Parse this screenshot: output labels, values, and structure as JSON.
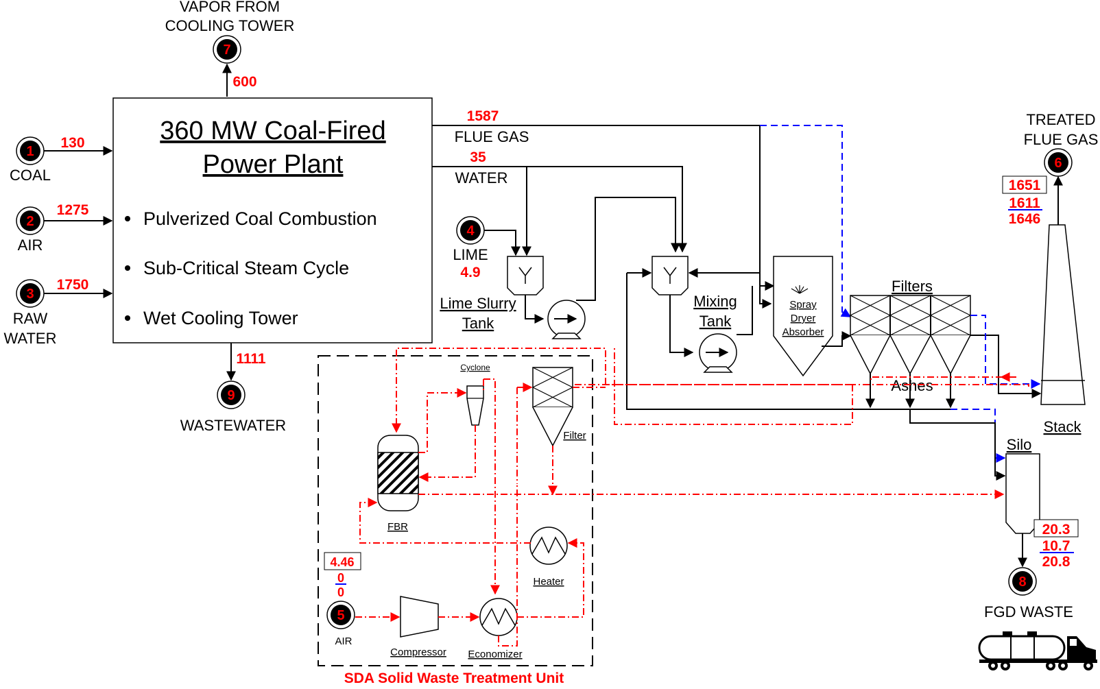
{
  "plant": {
    "title_line1": "360 MW Coal-Fired",
    "title_line2": "Power Plant",
    "bullets": [
      "Pulverized Coal Combustion",
      "Sub-Critical Steam Cycle",
      "Wet Cooling Tower"
    ]
  },
  "streams": [
    {
      "id": "1",
      "label": "COAL",
      "value": "130"
    },
    {
      "id": "2",
      "label": "AIR",
      "value": "1275"
    },
    {
      "id": "3",
      "label_line1": "RAW",
      "label_line2": "WATER",
      "value": "1750"
    },
    {
      "id": "4",
      "label": "LIME",
      "value": "4.9"
    },
    {
      "id": "5",
      "label": "AIR"
    },
    {
      "id": "6",
      "label_line1": "TREATED",
      "label_line2": "FLUE GAS"
    },
    {
      "id": "7",
      "label_line1": "VAPOR FROM",
      "label_line2": "COOLING TOWER",
      "value": "600"
    },
    {
      "id": "8",
      "label": "FGD WASTE"
    },
    {
      "id": "9",
      "label": "WASTEWATER",
      "value": "1111"
    }
  ],
  "flue_gas": {
    "value": "1587",
    "label": "FLUE GAS"
  },
  "water": {
    "value": "35",
    "label": "WATER"
  },
  "equipment": {
    "lime_slurry_tank": {
      "line1": "Lime Slurry",
      "line2": "Tank"
    },
    "mixing_tank": {
      "line1": "Mixing",
      "line2": "Tank"
    },
    "spray_dryer": {
      "line1": "Spray",
      "line2": "Dryer",
      "line3": "Absorber"
    },
    "filters": "Filters",
    "ashes": "Ashes",
    "stack": "Stack",
    "silo": "Silo",
    "cyclone": "Cyclone",
    "fbr": "FBR",
    "filter": "Filter",
    "heater": "Heater",
    "compressor": "Compressor",
    "economizer": "Economizer"
  },
  "unit_label": "SDA Solid Waste Treatment Unit",
  "stack_values": [
    "1651",
    "1611",
    "1646"
  ],
  "silo_values": [
    "20.3",
    "10.7",
    "20.8"
  ],
  "air_values": [
    "4.46",
    "0",
    "0"
  ],
  "colors": {
    "line": "#000000",
    "treatment": "#ff0000",
    "bypass": "#0000ff"
  }
}
